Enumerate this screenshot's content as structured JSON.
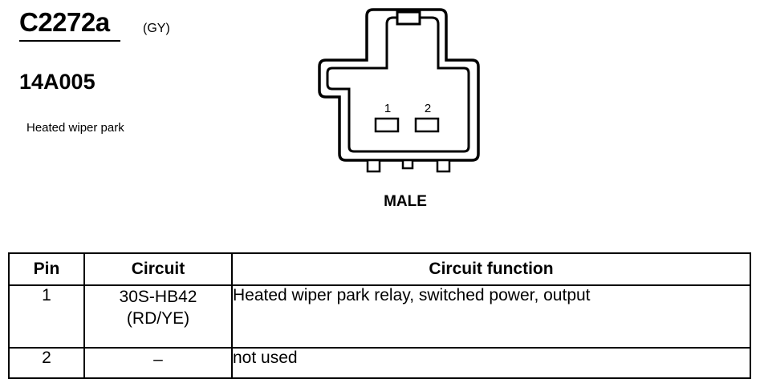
{
  "header": {
    "connector_id": "C2272a",
    "color_code": "(GY)",
    "part_number": "14A005",
    "description": "Heated wiper park"
  },
  "connector": {
    "pin_labels": [
      "1",
      "2"
    ],
    "gender": "MALE"
  },
  "pin_table": {
    "columns": [
      "Pin",
      "Circuit",
      "Circuit function"
    ],
    "rows": [
      {
        "pin": "1",
        "circuit_line1": "30S-HB42",
        "circuit_line2": "(RD/YE)",
        "function": "Heated wiper park relay, switched power, output"
      },
      {
        "pin": "2",
        "circuit_line1": "–",
        "circuit_line2": "",
        "function": "not used"
      }
    ]
  }
}
